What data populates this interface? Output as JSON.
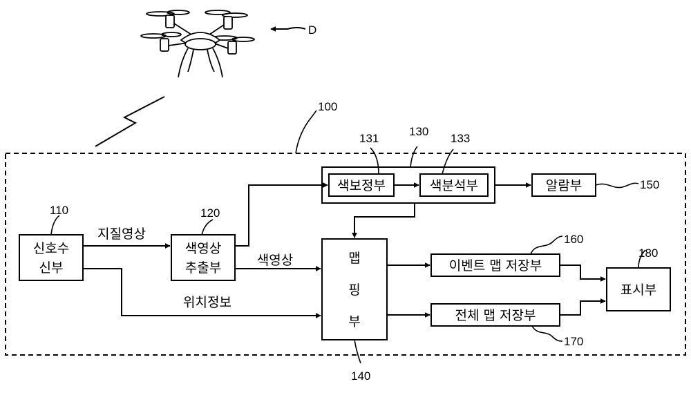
{
  "drone": {
    "label": "D"
  },
  "system": {
    "ref": "100"
  },
  "blocks": {
    "signal_receiver": {
      "ref": "110",
      "line1": "신호수",
      "line2": "신부"
    },
    "color_extractor": {
      "ref": "120",
      "line1": "색영상",
      "line2": "추출부"
    },
    "color_group": {
      "ref": "130"
    },
    "color_correction": {
      "ref": "131",
      "label": "색보정부"
    },
    "color_analysis": {
      "ref": "133",
      "label": "색분석부"
    },
    "mapping": {
      "ref": "140",
      "line1": "맵",
      "line2": "핑",
      "line3": "부"
    },
    "alarm": {
      "ref": "150",
      "label": "알람부"
    },
    "event_map_store": {
      "ref": "160",
      "label": "이벤트 맵 저장부"
    },
    "full_map_store": {
      "ref": "170",
      "label": "전체 맵 저장부"
    },
    "display": {
      "ref": "180",
      "label": "표시부"
    }
  },
  "signals": {
    "geology_image": "지질영상",
    "color_image": "색영상",
    "position_info": "위치정보"
  }
}
